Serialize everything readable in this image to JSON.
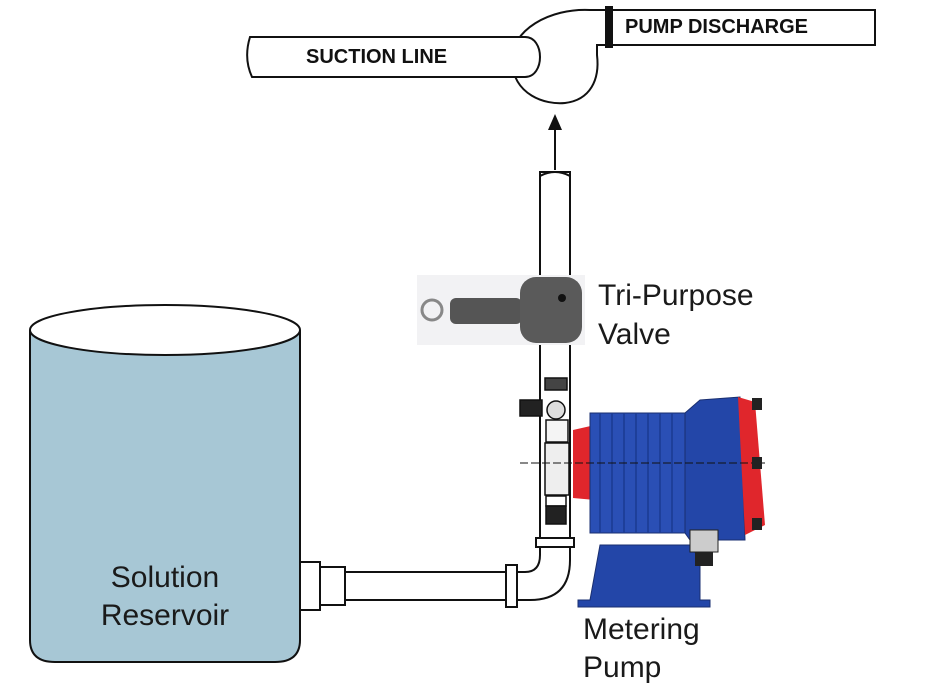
{
  "labels": {
    "suction_line": "SUCTION LINE",
    "pump_discharge": "PUMP DISCHARGE",
    "valve_line1": "Tri-Purpose",
    "valve_line2": "Valve",
    "reservoir_line1": "Solution",
    "reservoir_line2": "Reservoir",
    "pump_line1": "Metering",
    "pump_line2": "Pump"
  },
  "colors": {
    "reservoir_fill": "#a7c7d5",
    "pump_body": "#2346a8",
    "pump_head": "#e0262c",
    "valve": "#5a5a5a"
  }
}
